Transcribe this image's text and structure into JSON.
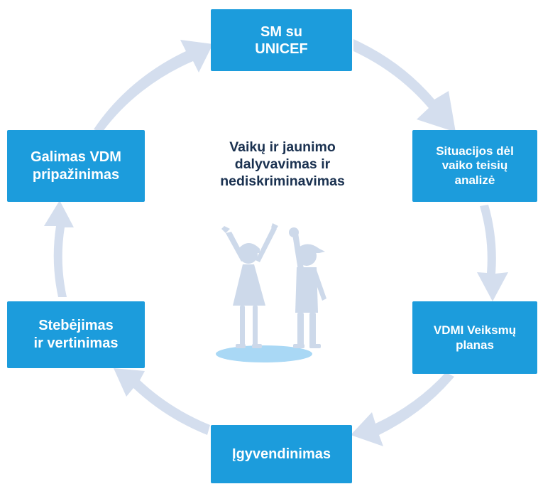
{
  "diagram": {
    "center_title": "Vaikų ir jaunimo\ndalyvavimas ir\nnediskriminavimas",
    "illustration_icon": "children-cheering-icon",
    "steps": [
      {
        "label": "SM su\nUNICEF"
      },
      {
        "label": "Situacijos dėl\nvaiko teisių\nanalizė"
      },
      {
        "label": "VDMI Veiksmų\nplanas"
      },
      {
        "label": "Įgyvendinimas"
      },
      {
        "label": "Stebėjimas\nir vertinimas"
      },
      {
        "label": "Galimas VDM\npripažinimas"
      }
    ]
  },
  "colors": {
    "box_fill": "#1c9cdc",
    "box_text": "#ffffff",
    "arrow_fill": "#d4deee",
    "center_text": "#1a3150",
    "figure_fill": "#cdd9ea",
    "ground_fill": "#a9d8f5"
  }
}
